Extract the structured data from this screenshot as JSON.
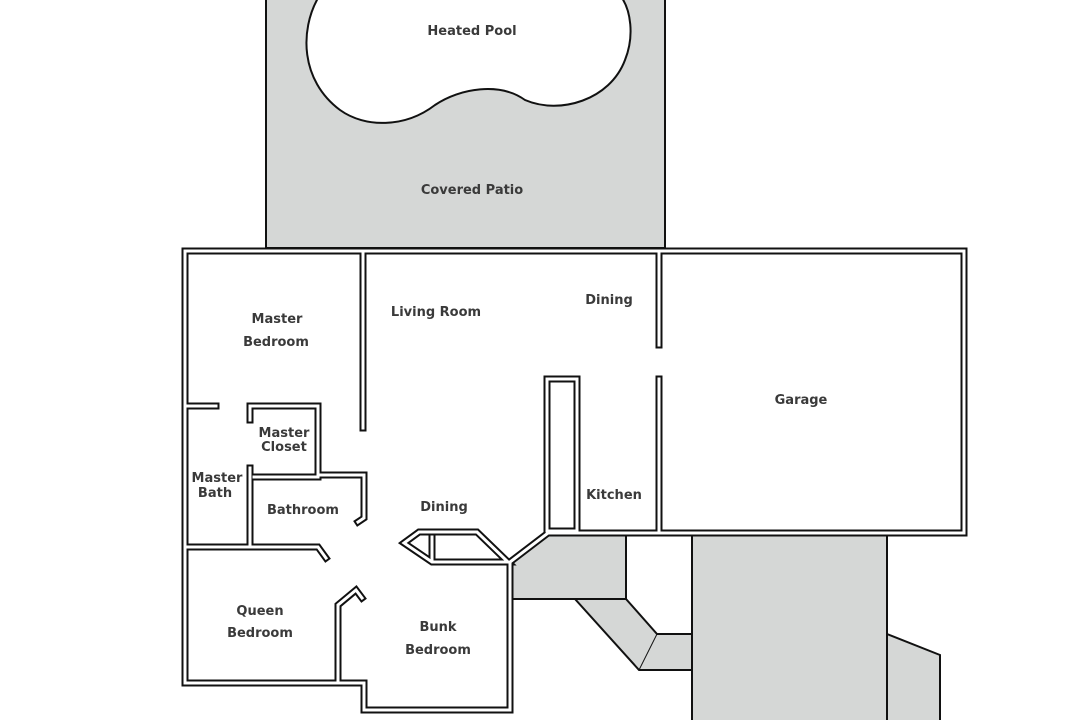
{
  "plan": {
    "rooms": {
      "heated_pool": "Heated Pool",
      "covered_patio": "Covered Patio",
      "master_bedroom_1": "Master",
      "master_bedroom_2": "Bedroom",
      "living_room": "Living Room",
      "dining_top": "Dining",
      "garage": "Garage",
      "master_closet_1": "Master",
      "master_closet_2": "Closet",
      "master_bath_1": "Master",
      "master_bath_2": "Bath",
      "bathroom": "Bathroom",
      "dining_center": "Dining",
      "kitchen": "Kitchen",
      "queen_bedroom_1": "Queen",
      "queen_bedroom_2": "Bedroom",
      "bunk_bedroom_1": "Bunk",
      "bunk_bedroom_2": "Bedroom"
    },
    "colors": {
      "exterior_fill": "#d5d7d6",
      "wall": "#111111"
    }
  }
}
